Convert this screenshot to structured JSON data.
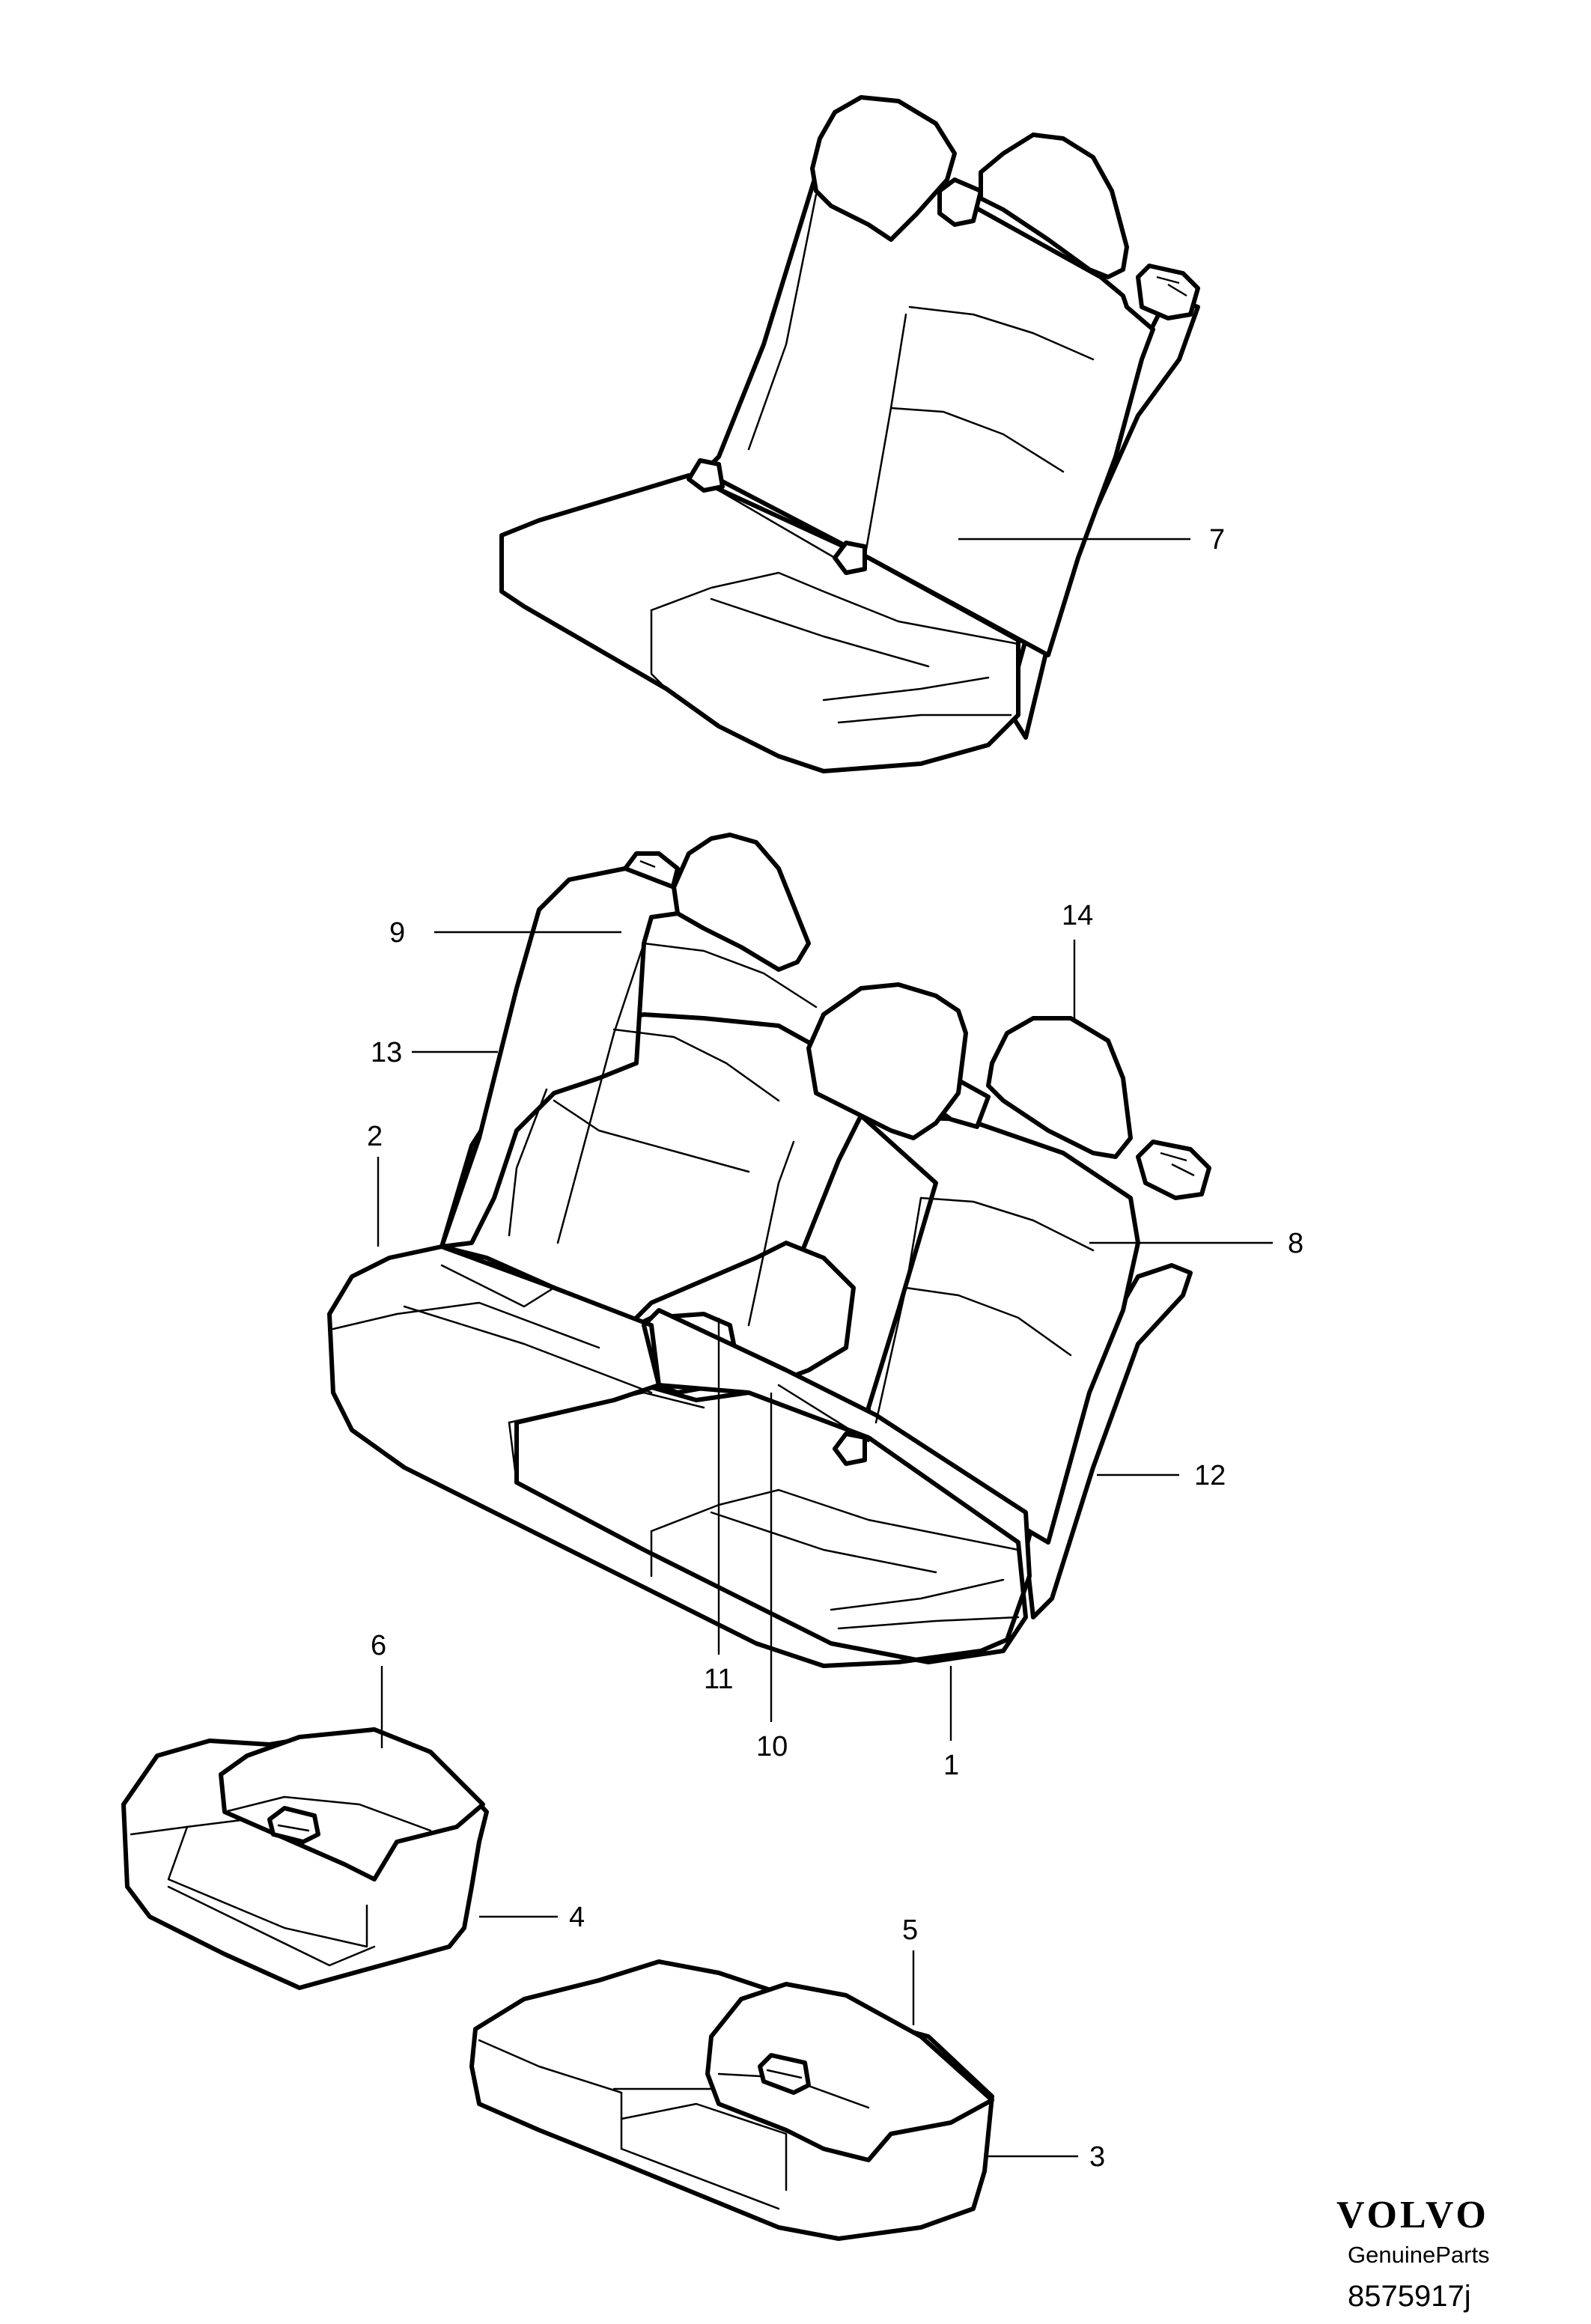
{
  "callouts": [
    {
      "id": "c7",
      "label": "7"
    },
    {
      "id": "c9",
      "label": "9"
    },
    {
      "id": "c14",
      "label": "14"
    },
    {
      "id": "c13",
      "label": "13"
    },
    {
      "id": "c2",
      "label": "2"
    },
    {
      "id": "c8",
      "label": "8"
    },
    {
      "id": "c12",
      "label": "12"
    },
    {
      "id": "c11",
      "label": "11"
    },
    {
      "id": "c10",
      "label": "10"
    },
    {
      "id": "c1",
      "label": "1"
    },
    {
      "id": "c6",
      "label": "6"
    },
    {
      "id": "c4",
      "label": "4"
    },
    {
      "id": "c5",
      "label": "5"
    },
    {
      "id": "c3",
      "label": "3"
    }
  ],
  "branding": {
    "brand": "VOLVO",
    "subtitle": "GenuineParts",
    "drawing_code": "8575917j"
  }
}
